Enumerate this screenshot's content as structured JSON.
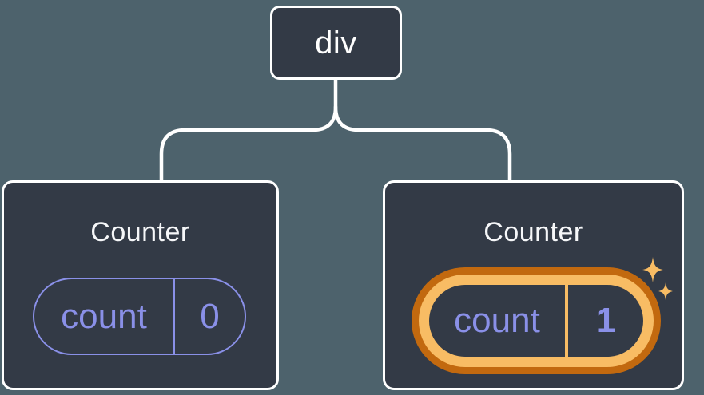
{
  "colors": {
    "background": "#4d626c",
    "node_fill": "#333a46",
    "node_border": "#ffffff",
    "connector": "#ffffff",
    "state_purple": "#8a90e8",
    "highlight_gold": "#f8bc64",
    "highlight_orange": "#c2690f"
  },
  "tree": {
    "root_label": "div",
    "nodes": [
      {
        "title": "Counter",
        "state_key": "count",
        "state_value": "0",
        "highlighted": false
      },
      {
        "title": "Counter",
        "state_key": "count",
        "state_value": "1",
        "highlighted": true
      }
    ]
  }
}
